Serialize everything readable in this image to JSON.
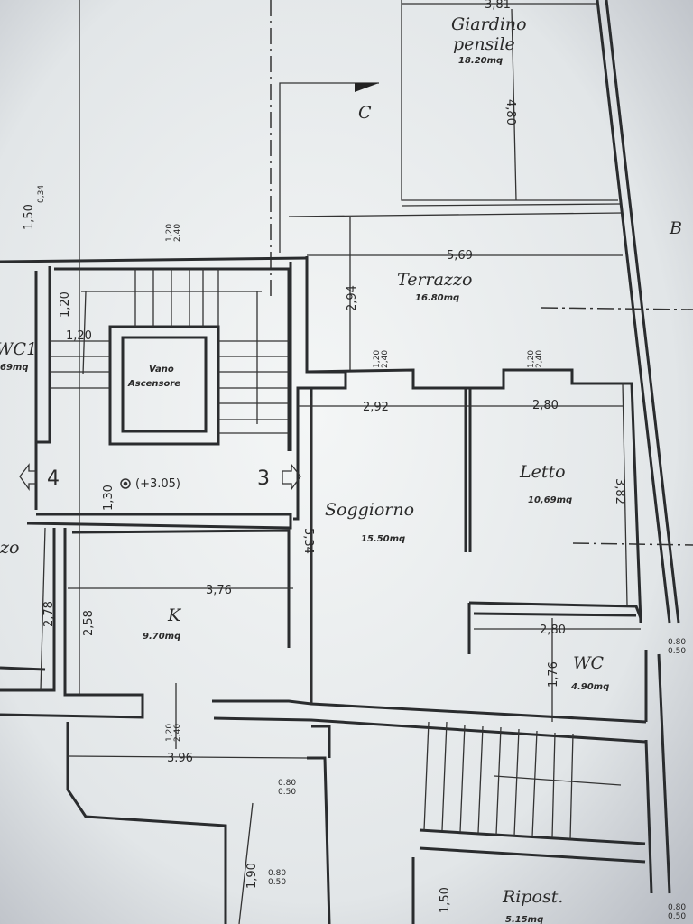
{
  "rooms": {
    "giardino": {
      "name_1": "Giardino",
      "name_2": "pensile",
      "area": "18.20mq"
    },
    "terrazzo": {
      "name": "Terrazzo",
      "area": "16.80mq"
    },
    "vano": {
      "name_1": "Vano",
      "name_2": "Ascensore"
    },
    "soggiorno": {
      "name": "Soggiorno",
      "area": "15.50mq"
    },
    "letto": {
      "name": "Letto",
      "area": "10,69mq"
    },
    "kitchen": {
      "name": "K",
      "area": "9.70mq"
    },
    "wc": {
      "name": "WC",
      "area": "4.90mq"
    },
    "wc1": {
      "name": "WC1",
      "area": "69mq"
    },
    "left_room": {
      "name": "zo"
    },
    "ripost": {
      "name": "Ripost.",
      "area": "5.15mq"
    }
  },
  "section_marks": {
    "c": "C",
    "b": "B",
    "stair_left": "4",
    "stair_right": "3"
  },
  "elevation": "(+3.05)",
  "dimensions": {
    "giardino_width": "3,81",
    "giardino_depth": "4,80",
    "terrazzo_width": "5,69",
    "terrazzo_depth": "2,94",
    "soggiorno_width": "2,92",
    "soggiorno_depth": "5,34",
    "letto_width": "2,80",
    "letto_depth": "3,82",
    "wc_width": "2,80",
    "wc_depth": "1,76",
    "k_width": "3,76",
    "k_depth": "2,58",
    "left_depth": "2,78",
    "stair_landing_1": "1,20",
    "stair_landing_2": "1,20",
    "landing_depth": "1,30",
    "lower_width": "3.96",
    "lower_depth": "1,90",
    "ripost_depth": "1,50",
    "top_left_1": "1,50",
    "top_left_2": "0,34",
    "window_h": "1,20",
    "window_w": "2,40",
    "small_window_h": "0.80",
    "small_window_w": "0.50"
  }
}
